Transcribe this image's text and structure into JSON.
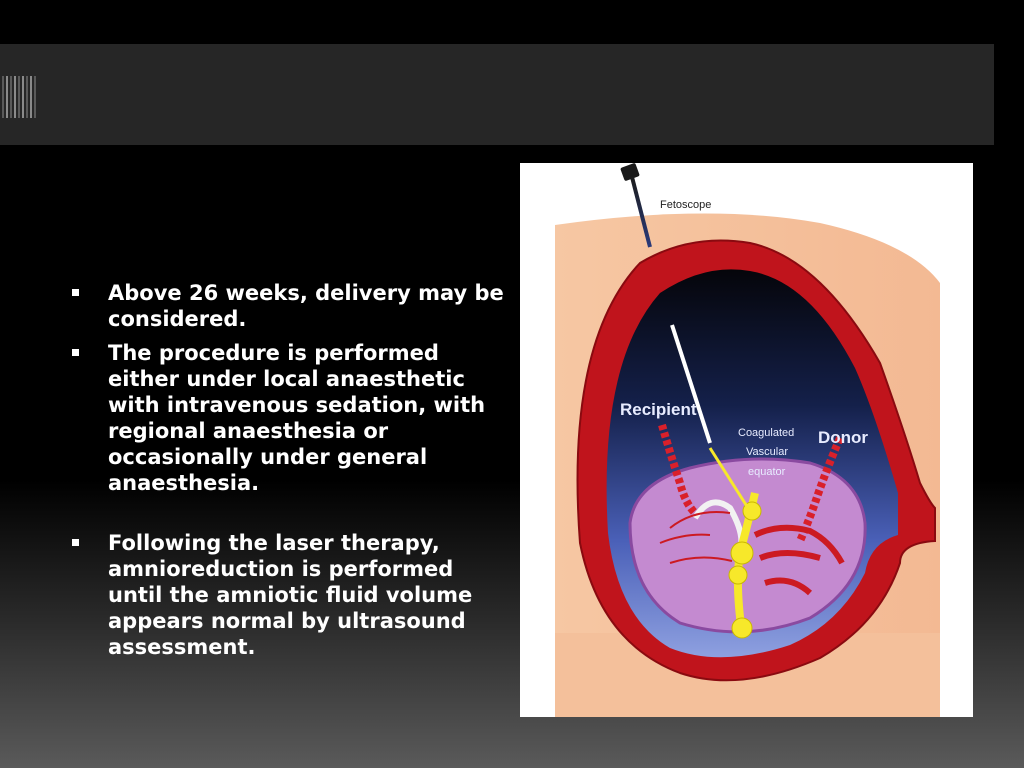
{
  "slide": {
    "bullets": [
      "Above 26 weeks, delivery may be considered.",
      "The procedure is performed either under local anaesthetic with intravenous sedation, with regional anaesthesia or occasionally under general anaesthesia.",
      "Following the laser therapy, amnioreduction is performed until the amniotic fluid volume appears normal by ultrasound assessment."
    ]
  },
  "figure": {
    "labels": {
      "fetoscope": "Fetoscope",
      "recipient": "Recipient",
      "coagulated_1": "Coagulated",
      "coagulated_2": "Vascular",
      "coagulated_3": "equator",
      "donor": "Donor"
    }
  },
  "colors": {
    "title_bar": "#262626",
    "uterus_wall": "#c0141c",
    "amniotic_fluid": "#1a2a6c",
    "placenta": "#c48ad0",
    "laser_highlight": "#f7e82a"
  }
}
